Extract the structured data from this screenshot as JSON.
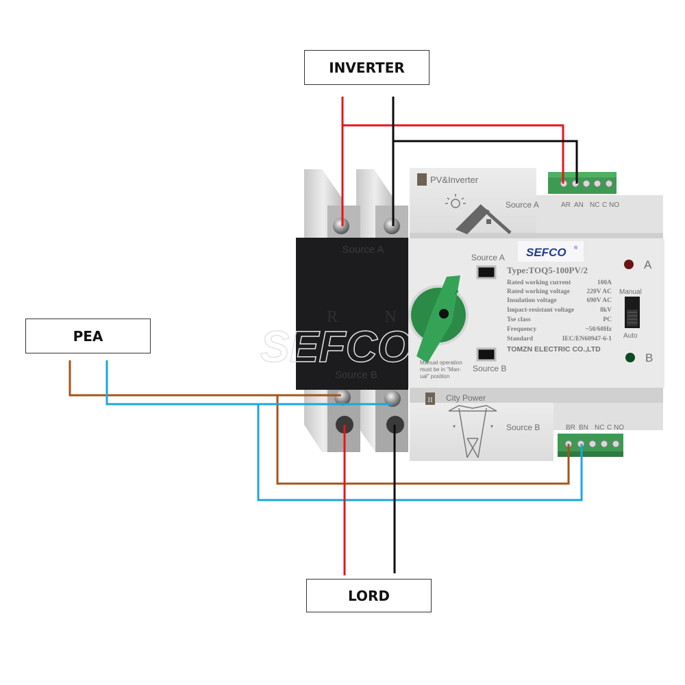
{
  "labels": {
    "inverter": "INVERTER",
    "pea": "PEA",
    "load": "LORD"
  },
  "device": {
    "brand": "SEFCO",
    "brand_mark": "®",
    "type": "Type:TOQ5-100PV/2",
    "specs": [
      {
        "name": "Rated working current",
        "value": "100A"
      },
      {
        "name": "Rated working voltage",
        "value": "220V AC"
      },
      {
        "name": "Insulation voltage",
        "value": "690V AC"
      },
      {
        "name": "Impact-resistant voltage",
        "value": "8kV"
      },
      {
        "name": "Tse class",
        "value": "PC"
      },
      {
        "name": "Frequency",
        "value": "~50/60Hz"
      },
      {
        "name": "Standard",
        "value": "IEC/EN60947-6-1"
      }
    ],
    "manufacturer": "TOMZN ELECTRIC CO.,LTD",
    "source_a_panel": {
      "roman": "I",
      "title": "PV&Inverter",
      "source": "Source A",
      "terminals": [
        "AR",
        "AN",
        "NC",
        "C",
        "NO"
      ]
    },
    "source_b_panel": {
      "roman": "II",
      "title": "City Power",
      "source": "Source B",
      "terminals": [
        "BR",
        "BN",
        "NC",
        "C",
        "NO"
      ]
    },
    "window_a_label": "Source A",
    "window_b_label": "Source B",
    "manual_note": [
      "Manual operation",
      "must be in \"Man-",
      "ual\" position"
    ],
    "indicator_a": "A",
    "indicator_b": "B",
    "mode_manual": "Manual",
    "mode_auto": "Auto",
    "cover_top": "Source A",
    "cover_bottom": "Source B",
    "cover_r": "R",
    "cover_n": "N",
    "watermark": "SEFCO"
  },
  "colors": {
    "live": "#e8141c",
    "neutral": "#0a0a0a",
    "pea_live": "#a4541a",
    "pea_neutral": "#1aa6e0",
    "terminal_green": "#3e9a52",
    "knob_green": "#2e9a4e",
    "led_a": "#6a1414",
    "led_b": "#0e4a22",
    "brand_blue": "#1f3a93"
  }
}
